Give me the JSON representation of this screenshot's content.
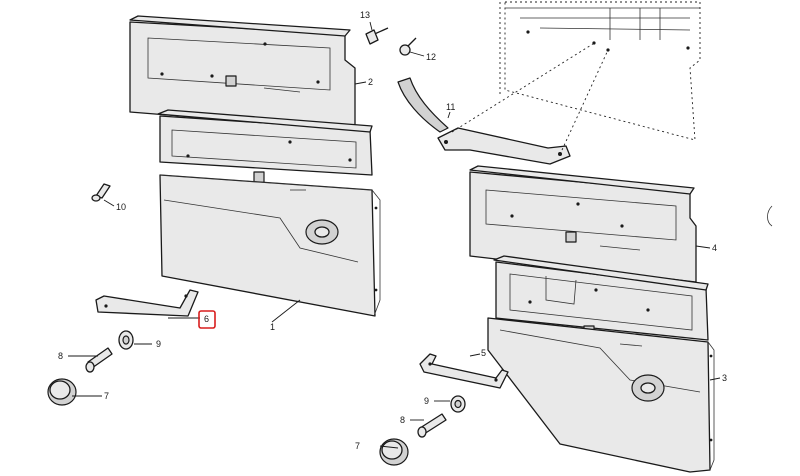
{
  "callouts": {
    "c1": "1",
    "c2": "2",
    "c3": "3",
    "c4": "4",
    "c5": "5",
    "c6": "6",
    "c7a": "7",
    "c7b": "7",
    "c8a": "8",
    "c8b": "8",
    "c9a": "9",
    "c9b": "9",
    "c10": "10",
    "c11": "11",
    "c12": "12",
    "c13": "13"
  },
  "highlighted_callout": "6",
  "colors": {
    "line": "#1a1a1a",
    "highlight": "#d81e1e",
    "panel_fill": "#e9e9e9"
  }
}
